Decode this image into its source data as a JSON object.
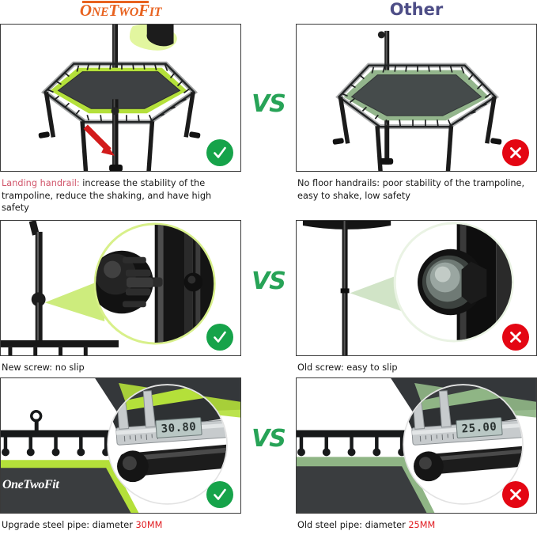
{
  "header": {
    "brand_prefix": "O",
    "brand_logo_parts": [
      "O",
      "NE",
      "T",
      "WO",
      "F",
      "IT"
    ],
    "brand_logo_text": "OneTwoFit",
    "other_label": "Other",
    "vs_label": "VS"
  },
  "colors": {
    "brand_orange": "#e8621f",
    "other_blue": "#4e4e87",
    "vs_green": "#27a357",
    "badge_ok_green": "#16a34a",
    "badge_no_red": "#e40613",
    "caption_red": "#d1566b",
    "value_red": "#e01b20",
    "trampoline_trim_good": "#b4e03a",
    "trampoline_trim_bad": "#8fae87",
    "arrow_red": "#d21b1b",
    "panel_border": "#3a3a3a"
  },
  "rows": [
    {
      "id": "handrail",
      "left": {
        "caption_highlight": "Landing handrail:",
        "caption_rest": " increase the stability of the trampoline, reduce the shaking, and have high safety",
        "badge": "check",
        "art": "trampoline-with-center-handrail",
        "annotation": "red-arrow-pointing-to-center-leg"
      },
      "right": {
        "caption_highlight": "",
        "caption_rest": "No floor handrails: poor stability of the trampoline, easy to shake, low safety",
        "badge": "cross",
        "art": "trampoline-without-center-handrail"
      }
    },
    {
      "id": "screw",
      "left": {
        "caption_highlight": "",
        "caption_rest": "New screw: no slip",
        "badge": "check",
        "art": "knurled-knob-screw-magnified"
      },
      "right": {
        "caption_highlight": "",
        "caption_rest": "Old screw: easy to slip",
        "badge": "cross",
        "art": "smooth-bolt-head-magnified"
      }
    },
    {
      "id": "pipe",
      "left": {
        "caption_highlight": "",
        "caption_prefix": "Upgrade steel pipe: diameter ",
        "caption_value": "30MM",
        "caliper_reading": "30.80",
        "badge": "check",
        "art": "caliper-measuring-upgraded-pipe",
        "mat_logo": "OneTwoFit"
      },
      "right": {
        "caption_highlight": "",
        "caption_prefix": "Old steel pipe: diameter ",
        "caption_value": "25MM",
        "caliper_reading": "25.00",
        "badge": "cross",
        "art": "caliper-measuring-old-pipe"
      }
    }
  ]
}
